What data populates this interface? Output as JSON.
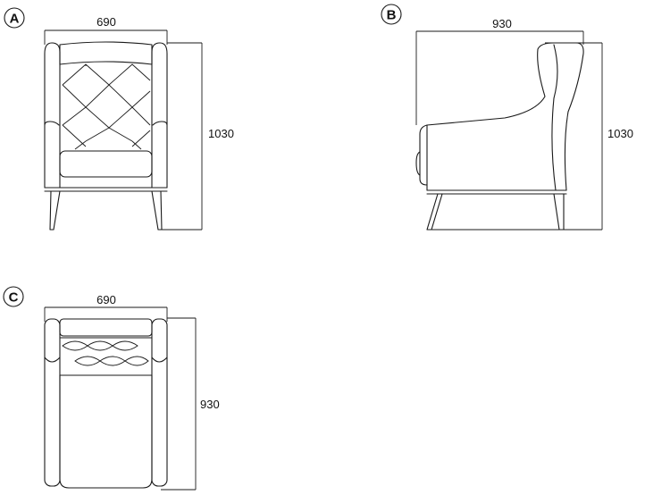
{
  "views": [
    {
      "label": "A",
      "width_dim": "690",
      "height_dim": "1030"
    },
    {
      "label": "B",
      "width_dim": "930",
      "height_dim": "1030"
    },
    {
      "label": "C",
      "width_dim": "690",
      "height_dim": "930"
    }
  ],
  "colors": {
    "line": "#1a1a1a",
    "background": "#ffffff"
  }
}
